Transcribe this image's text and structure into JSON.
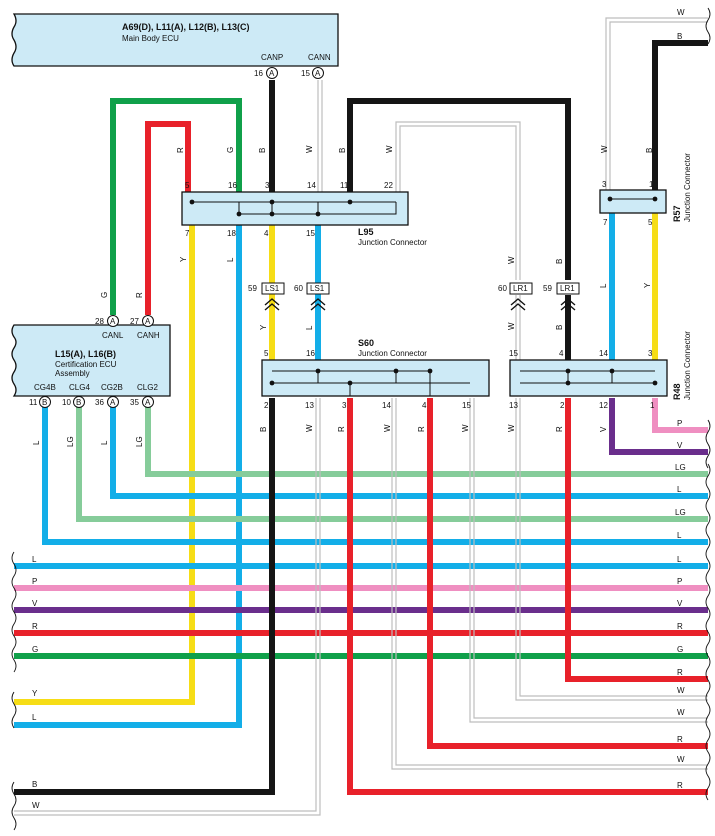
{
  "colors": {
    "W": "#c8c8c8",
    "B": "#151515",
    "G": "#10a04a",
    "R": "#e8212a",
    "Y": "#f6dd16",
    "L": "#13aee8",
    "LG": "#86cc9a",
    "P": "#ef8fc1",
    "V": "#6a2e8c",
    "box_fill": "#cdeaf6"
  },
  "ecu_main": {
    "title": "A69(D), L11(A), L12(B), L13(C)",
    "subtitle": "Main Body ECU",
    "pins": [
      {
        "num": "16",
        "conn": "A",
        "name": "CANP"
      },
      {
        "num": "15",
        "conn": "A",
        "name": "CANN"
      }
    ]
  },
  "ecu_cert": {
    "title": "L15(A), L16(B)",
    "subtitle1": "Certification ECU",
    "subtitle2": "Assembly",
    "top_pins": [
      {
        "num": "28",
        "conn": "A",
        "name": "CANL"
      },
      {
        "num": "27",
        "conn": "A",
        "name": "CANH"
      }
    ],
    "bottom_pins": [
      {
        "num": "11",
        "conn": "B",
        "name": "CG4B"
      },
      {
        "num": "10",
        "conn": "B",
        "name": "CLG4"
      },
      {
        "num": "36",
        "conn": "A",
        "name": "CG2B"
      },
      {
        "num": "35",
        "conn": "A",
        "name": "CLG2"
      }
    ]
  },
  "l95": {
    "label": "L95",
    "sub": "Junction Connector",
    "top_pins": [
      "5",
      "16",
      "3",
      "14",
      "11",
      "22"
    ],
    "bottom_pins": [
      "7",
      "18",
      "4",
      "15"
    ]
  },
  "s60": {
    "label": "S60",
    "sub": "Junction Connector",
    "top_pins": [
      "5",
      "16"
    ],
    "bottom_pins": [
      "2",
      "13",
      "3",
      "14",
      "4",
      "15"
    ]
  },
  "r57": {
    "label": "R57",
    "sub": "Junction Connector",
    "top_pins": [
      "3",
      "1"
    ],
    "bottom_pins": [
      "7",
      "5"
    ]
  },
  "r48": {
    "label": "R48",
    "sub": "Junction Connector",
    "top_pins": [
      "15",
      "4",
      "14",
      "3"
    ],
    "bottom_pins": [
      "13",
      "2",
      "12",
      "1"
    ]
  },
  "inline_connectors": [
    {
      "pin": "59",
      "name": "LS1"
    },
    {
      "pin": "60",
      "name": "LS1"
    },
    {
      "pin": "60",
      "name": "LR1"
    },
    {
      "pin": "59",
      "name": "LR1"
    }
  ],
  "wire_labels": {
    "top_right": [
      "W",
      "B"
    ],
    "main_ecu_down": [
      "B",
      "W"
    ],
    "cert_up": [
      "G",
      "R"
    ],
    "cert_down": [
      "L",
      "LG",
      "L",
      "LG"
    ],
    "l95_top": [
      "R",
      "G",
      "B",
      "W",
      "B",
      "W"
    ],
    "l95_bottom": [
      "Y",
      "L",
      "Y",
      "L"
    ],
    "lr_down": [
      "W",
      "B",
      "W",
      "B"
    ],
    "r57_top": [
      "W",
      "B"
    ],
    "r57_bottom": [
      "L",
      "Y"
    ],
    "s60_bottom": [
      "B",
      "W",
      "R",
      "W",
      "R",
      "W"
    ],
    "r48_bottom": [
      "W",
      "R",
      "V",
      "P"
    ],
    "right_edge": [
      "P",
      "V",
      "LG",
      "L",
      "LG",
      "L",
      "L",
      "P",
      "V",
      "R",
      "G",
      "R",
      "W",
      "W",
      "R",
      "W",
      "R"
    ],
    "left_edge": [
      "L",
      "P",
      "V",
      "R",
      "G",
      "Y",
      "L",
      "B",
      "W"
    ]
  }
}
